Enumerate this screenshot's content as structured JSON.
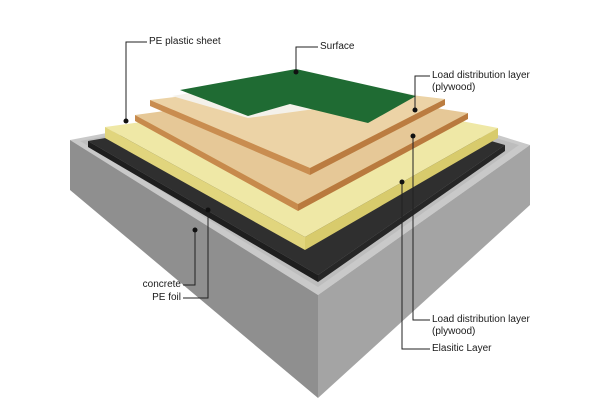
{
  "labels": {
    "pe_plastic_sheet": "PE plastic sheet",
    "surface": "Surface",
    "load_top_line1": "Load distribution layer",
    "load_top_line2": "(plywood)",
    "concrete": "concrete",
    "pe_foil": "PE foil",
    "load_bottom_line1": "Load distribution layer",
    "load_bottom_line2": "(plywood)",
    "elastic_layer": "Elasitic Layer"
  },
  "colors": {
    "surface_green": "#1f6b33",
    "plywood": "#e7c99a",
    "plywood_edge": "#c98a4e",
    "elastic_yellow": "#efe7a0",
    "pe_black": "#2b2b2b",
    "pe_sheet_white": "#f2f2f2",
    "concrete_grey": "#8c8c8c",
    "leader_line": "#222222"
  }
}
